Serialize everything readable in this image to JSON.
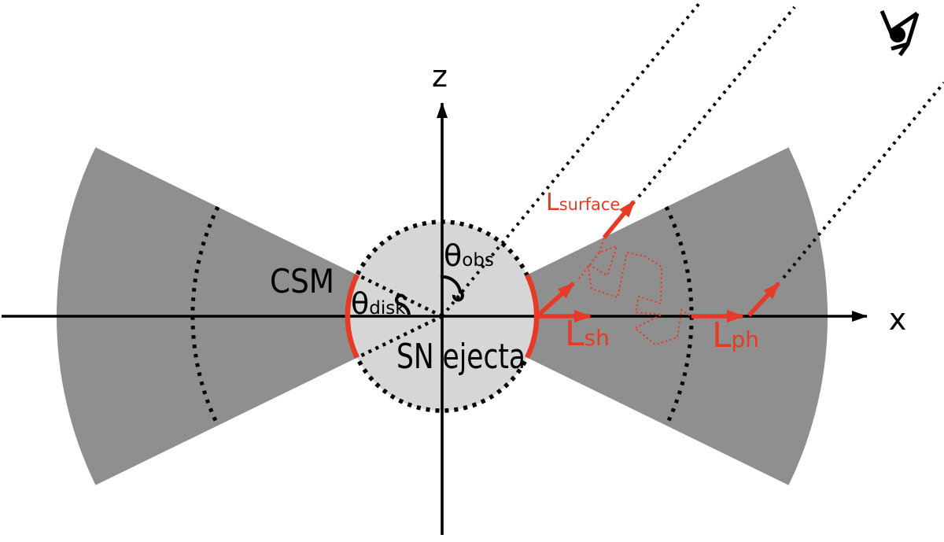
{
  "figure": {
    "axes": {
      "z": "z",
      "x": "x"
    },
    "labels": {
      "csm": "CSM",
      "sn_ejecta": "SN ejecta"
    },
    "angles": {
      "disk": {
        "symbol": "θ",
        "sub": "disk"
      },
      "obs": {
        "symbol": "θ",
        "sub": "obs"
      }
    },
    "luminosities": {
      "sh": {
        "symbol": "L",
        "sub": "sh"
      },
      "ph": {
        "symbol": "L",
        "sub": "ph"
      },
      "surface": {
        "symbol": "L",
        "sub": "surface"
      }
    },
    "icons": {
      "observer_eye": "observer-eye"
    },
    "colors": {
      "background": "#ffffff",
      "csm_gray": "#8f8f8f",
      "ejecta_gray": "#d6d6d6",
      "accent_red": "#e63a26",
      "ink": "#000000"
    }
  }
}
